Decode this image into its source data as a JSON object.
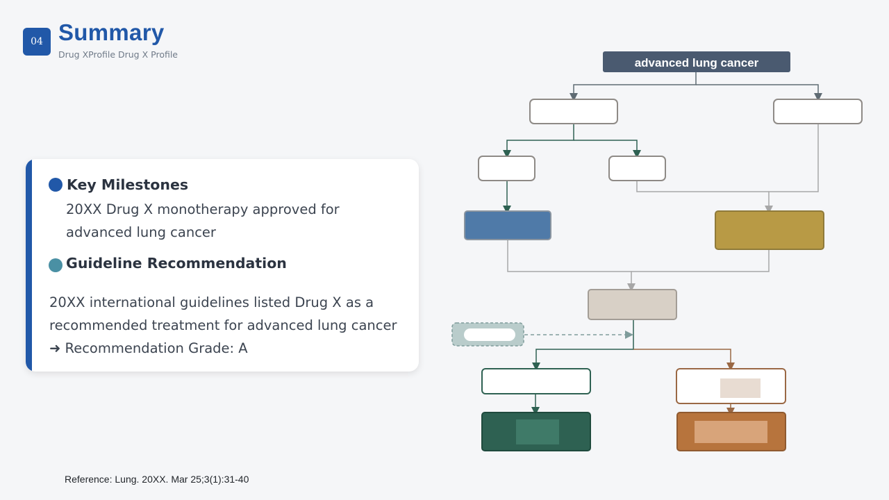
{
  "header": {
    "section_number": "04",
    "title": "Summary",
    "subtitle": "Drug XProfile Drug X Profile"
  },
  "card": {
    "milestones_heading": "Key Milestones",
    "milestones_line1": "20XX Drug X monotherapy approved for",
    "milestones_line2": "advanced lung cancer",
    "guideline_heading": "Guideline Recommendation",
    "guideline_line1": "20XX international guidelines listed Drug X as a",
    "guideline_line2": "recommended treatment for advanced lung cancer",
    "guideline_line3": "➜ Recommendation Grade: A",
    "colors": {
      "accent": "#2158a8",
      "milestone_bullet": "#2158a8",
      "guideline_bullet": "#4a90a4"
    }
  },
  "flowchart": {
    "root_label": "advanced lung cancer",
    "colors": {
      "root": "#4a5a70",
      "blue_node": "#4f7aa8",
      "gold_node": "#b89a45",
      "beige_node": "#d8d0c6",
      "teal_dashed": "#b9cccb",
      "dark_green": "#2e6152",
      "copper": "#b7743d"
    }
  },
  "reference": "Reference: Lung. 20XX. Mar 25;3(1):31-40"
}
